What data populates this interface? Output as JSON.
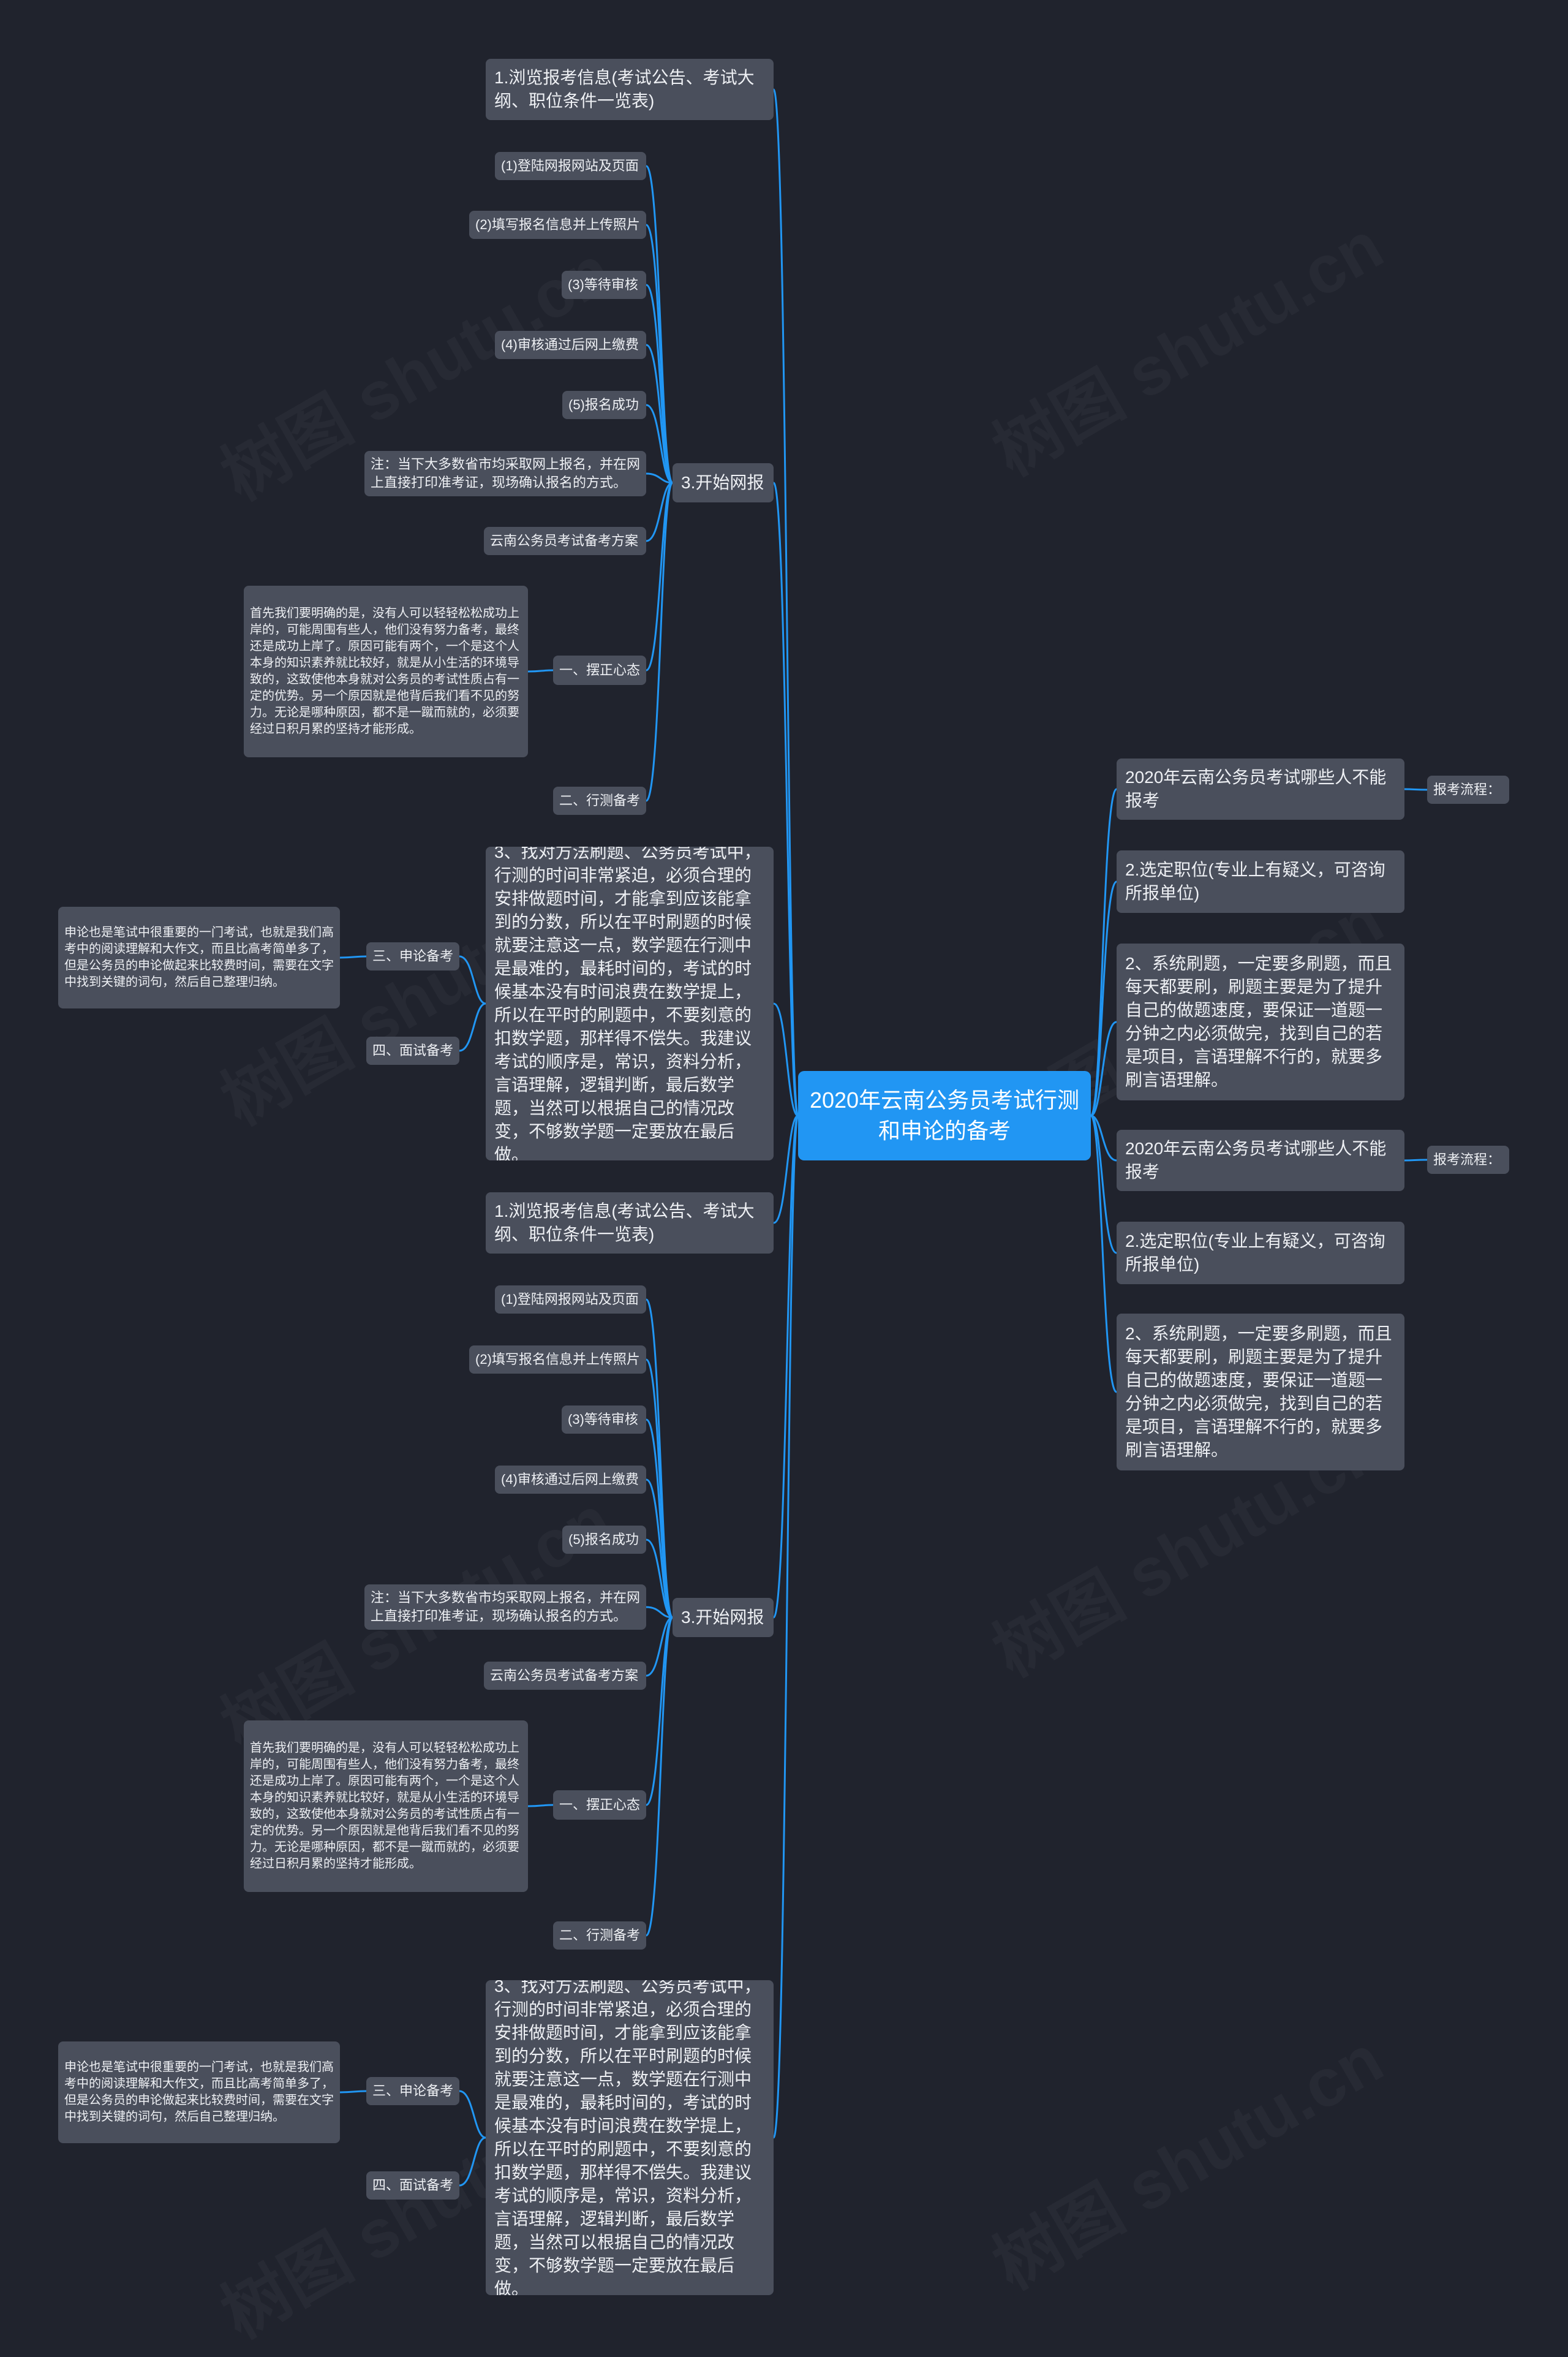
{
  "root": {
    "label": "2020年云南公务员考试行测和申论的备考"
  },
  "watermark": "树图 shutu.cn",
  "colors": {
    "background": "#20232d",
    "root": "#2196f3",
    "node": "#4a4f5c",
    "edge": "#2196f3"
  },
  "left": {
    "browse": "1.浏览报考信息(考试公告、考试大纲、职位条件一览表)",
    "online": "3.开始网报",
    "steps": [
      "(1)登陆网报网站及页面",
      "(2)填写报名信息并上传照片",
      "(3)等待审核",
      "(4)审核通过后网上缴费",
      "(5)报名成功"
    ],
    "note": "注：当下大多数省市均采取网上报名，并在网上直接打印准考证，现场确认报名的方式。",
    "plan": "云南公务员考试备考方案",
    "mindset": "一、摆正心态",
    "mindset_note": "首先我们要明确的是，没有人可以轻轻松松成功上岸的，可能周围有些人，他们没有努力备考，最终还是成功上岸了。原因可能有两个，一个是这个人本身的知识素养就比较好，就是从小生活的环境导致的，这致使他本身就对公务员的考试性质占有一定的优势。另一个原因就是他背后我们看不见的努力。无论是哪种原因，都不是一蹴而就的，必须要经过日积月累的坚持才能形成。",
    "xingce": "二、行测备考",
    "method": "3、找对方法刷题、公务员考试中，行测的时间非常紧迫，必须合理的安排做题时间，才能拿到应该能拿到的分数，所以在平时刷题的时候就要注意这一点，数学题在行测中是最难的，最耗时间的，考试的时候基本没有时间浪费在数学提上，所以在平时的刷题中，不要刻意的扣数学题，那样得不偿失。我建议考试的顺序是，常识，资料分析，言语理解，逻辑判断，最后数学题，当然可以根据自己的情况改变，不够数学题一定要放在最后做。",
    "shenlun": "三、申论备考",
    "shenlun_note": "申论也是笔试中很重要的一门考试，也就是我们高考中的阅读理解和大作文，而且比高考简单多了，但是公务员的申论做起来比较费时间，需要在文字中找到关键的词句，然后自己整理归纳。",
    "interview": "四、面试备考"
  },
  "right": {
    "who": "2020年云南公务员考试哪些人不能报考",
    "flow": "报考流程：",
    "select": "2.选定职位(专业上有疑义，可咨询所报单位)",
    "drill": "2、系统刷题，一定要多刷题，而且每天都要刷，刷题主要是为了提升自己的做题速度，要保证一道题一分钟之内必须做完，找到自己的若是项目，言语理解不行的，就要多刷言语理解。"
  }
}
